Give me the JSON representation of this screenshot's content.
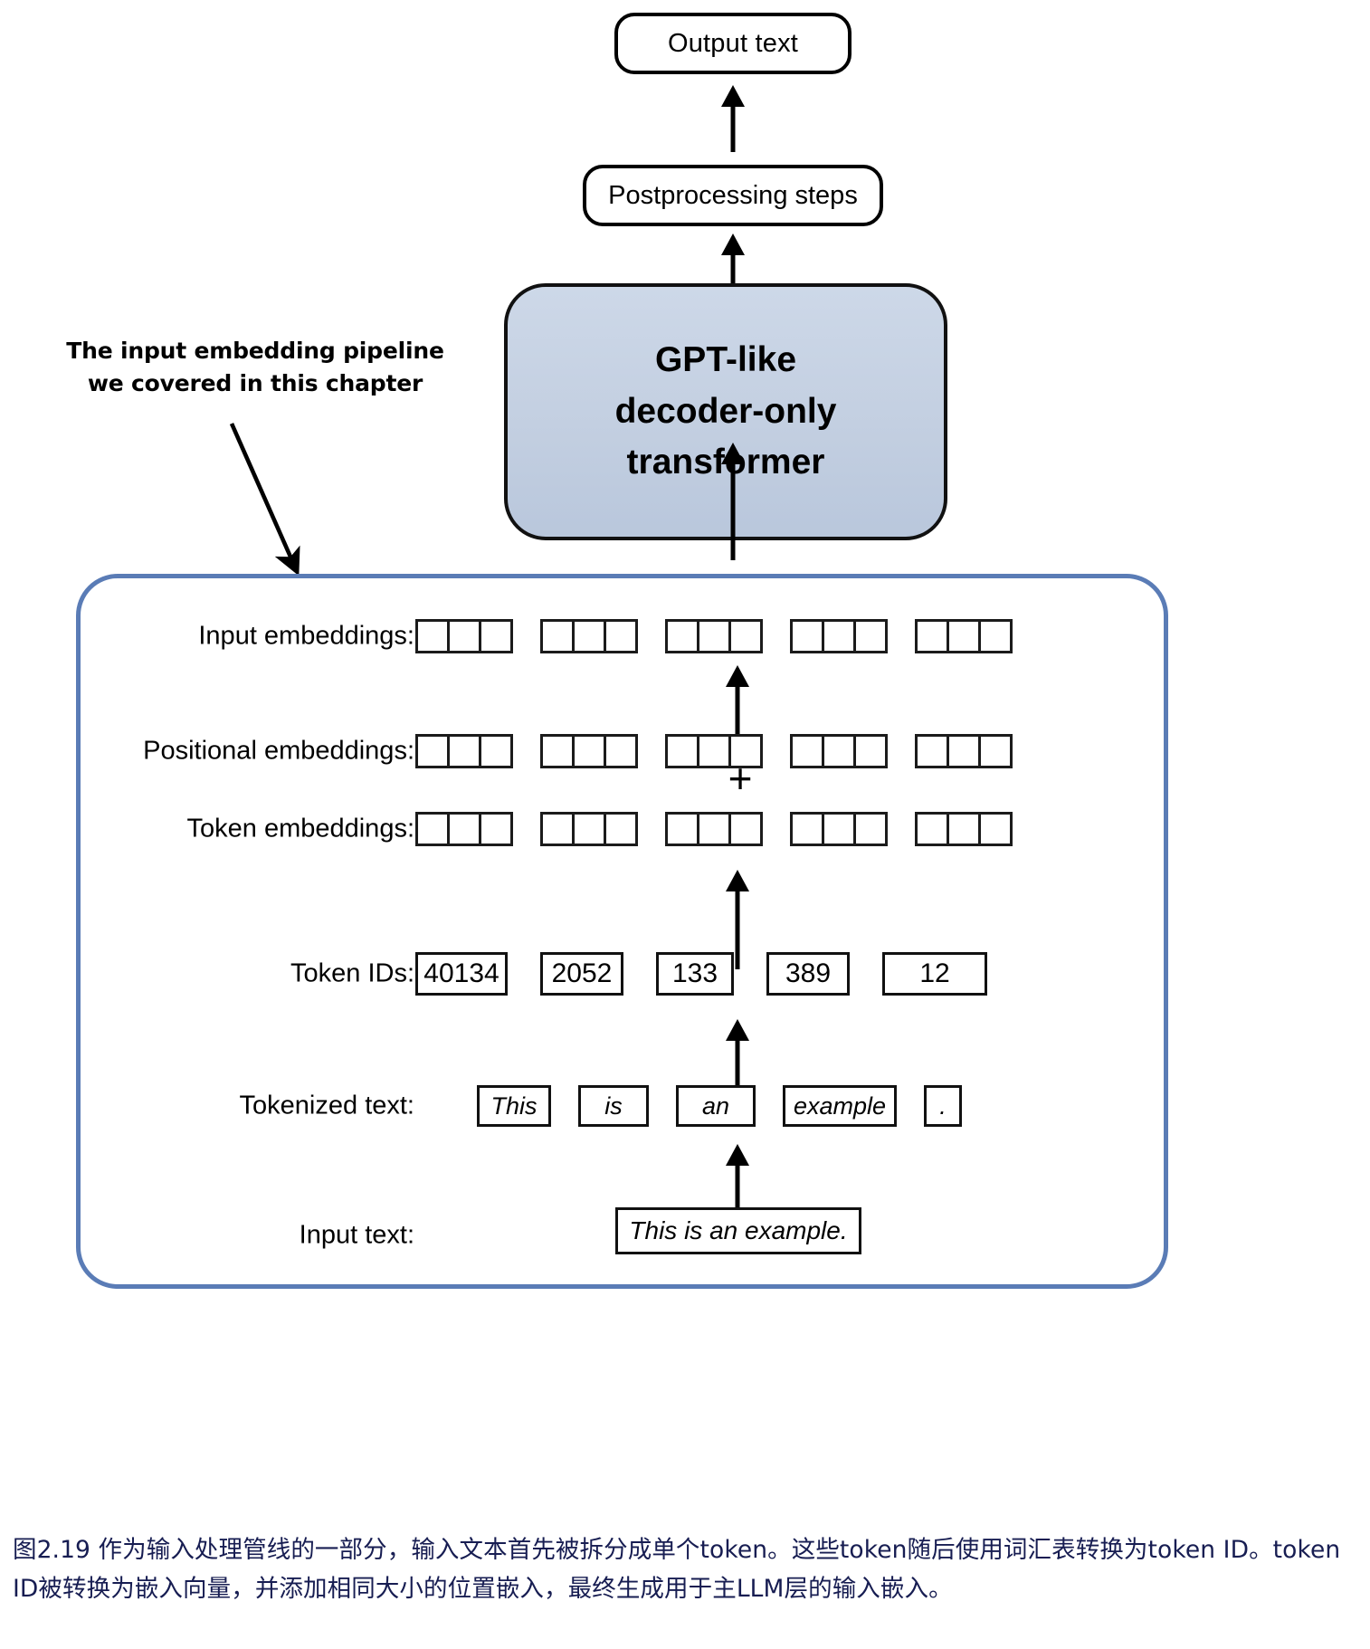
{
  "figure": {
    "title": "Input embedding pipeline feeding a GPT-like decoder-only transformer",
    "annotation_line1": "The input embedding pipeline",
    "annotation_line2": "we covered in this chapter",
    "caption": "图2.19 作为输入处理管线的一部分，输入文本首先被拆分成单个token。这些token随后使用词汇表转换为token ID。token ID被转换为嵌入向量，并添加相同大小的位置嵌入，最终生成用于主LLM层的输入嵌入。"
  },
  "nodes": {
    "output_text": "Output text",
    "postprocessing": "Postprocessing steps",
    "gpt_line1": "GPT-like",
    "gpt_line2": "decoder-only",
    "gpt_line3": "transformer",
    "plus": "+"
  },
  "rows": {
    "input_embeddings": {
      "label": "Input embeddings:",
      "groups": 5,
      "cells_per_group": 3
    },
    "positional_embeddings": {
      "label": "Positional embeddings:",
      "groups": 5,
      "cells_per_group": 3
    },
    "token_embeddings": {
      "label": "Token embeddings:",
      "groups": 5,
      "cells_per_group": 3
    },
    "token_ids": {
      "label": "Token IDs:",
      "values": [
        "40134",
        "2052",
        "133",
        "389",
        "12"
      ]
    },
    "tokenized_text": {
      "label": "Tokenized text:",
      "values": [
        "This",
        "is",
        "an",
        "example",
        "."
      ]
    },
    "input_text": {
      "label": "Input text:",
      "value": "This is an example."
    }
  },
  "colors": {
    "gpt_box_fill": "#c5d1e2",
    "pipeline_border": "#5a7cb6",
    "caption_text": "#171d52",
    "stroke": "#000000"
  }
}
